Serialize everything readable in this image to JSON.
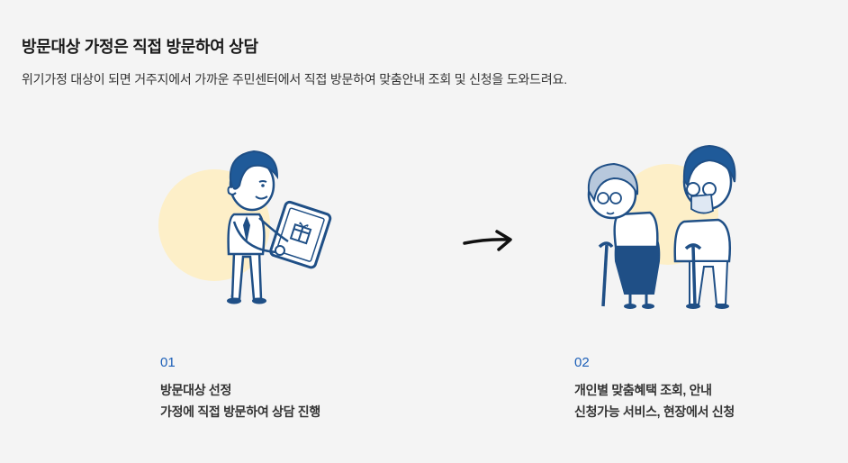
{
  "heading": "방문대상 가정은 직접 방문하여 상담",
  "description": "위기가정 대상이 되면 거주지에서 가까운 주민센터에서 직접 방문하여 맞춤안내 조회 및 신청을 도와드려요.",
  "steps": [
    {
      "number": "01",
      "line1": "방문대상 선정",
      "line2": "가정에 직접 방문하여 상담 진행",
      "illustration": "official-with-tablet-illustration"
    },
    {
      "number": "02",
      "line1": "개인별 맞춤혜택 조회, 안내",
      "line2": "신청가능 서비스, 현장에서 신청",
      "illustration": "elderly-couple-with-canes-illustration"
    }
  ],
  "arrow_icon": "arrow-right-icon",
  "colors": {
    "accent": "#1c5fb8",
    "circle": "#fdefc8",
    "outline": "#1f4f86",
    "hair": "#1f5a99"
  }
}
